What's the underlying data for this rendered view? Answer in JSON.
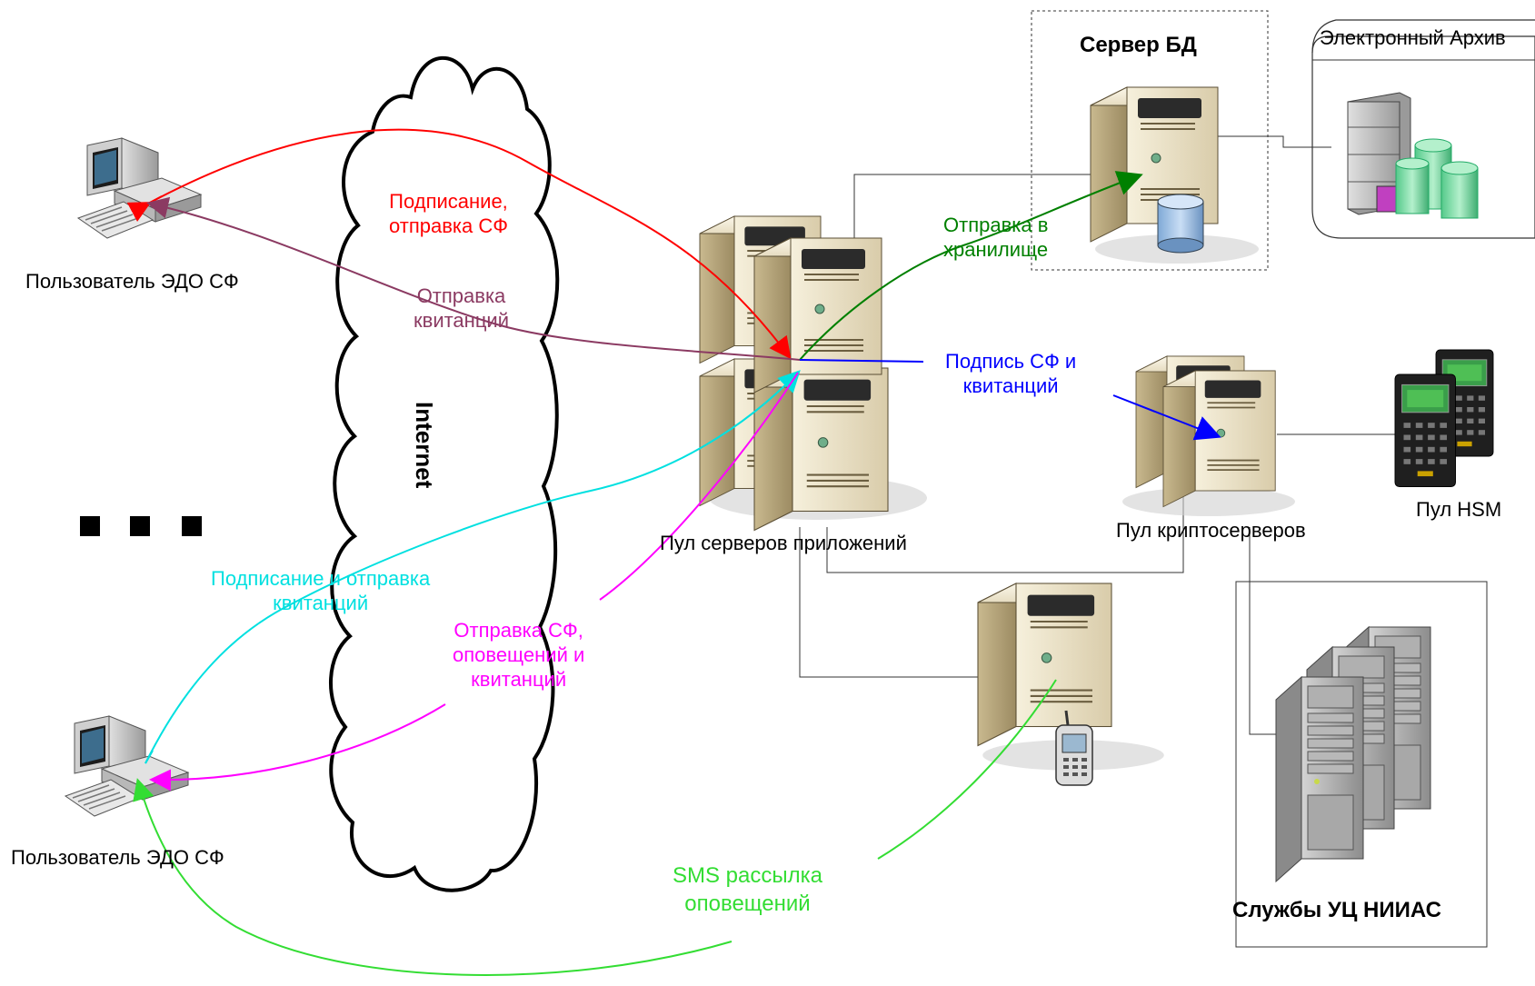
{
  "colors": {
    "sign_send": "#ff0000",
    "receipts": "#8b3a62",
    "storage": "#008000",
    "hsm_sign": "#0000ff",
    "sign_receipts": "#00e0e0",
    "send_notify": "#ff00ff",
    "sms": "#33dd33",
    "server_beige": "#e8dcc0",
    "server_shadow": "#a89a78"
  },
  "nodes": {
    "user_top": "Пользователь ЭДО СФ",
    "user_bottom": "Пользователь ЭДО СФ",
    "internet": "Internet",
    "app_pool": "Пул серверов приложений",
    "db_server": "Сервер БД",
    "archive": "Электронный Архив",
    "crypto_pool": "Пул криптосерверов",
    "hsm_pool": "Пул HSM",
    "ca_services": "Службы УЦ НИИАС"
  },
  "flows": {
    "sign_send": [
      "Подписание,",
      "отправка СФ"
    ],
    "receipts": [
      "Отправка",
      "квитанций"
    ],
    "storage": [
      "Отправка в",
      "хранилище"
    ],
    "hsm_sign": [
      "Подпись СФ и",
      "квитанций"
    ],
    "sign_receipts": [
      "Подписание и отправка",
      "квитанций"
    ],
    "send_notify": [
      "Отправка СФ,",
      "оповещений и",
      "квитанций"
    ],
    "sms": [
      "SMS рассылка",
      "оповещений"
    ]
  },
  "icons": [
    "desktop-computer-icon",
    "server-icon",
    "database-icon",
    "cloud-icon",
    "hsm-device-icon",
    "rack-server-icon",
    "mobile-phone-icon"
  ]
}
